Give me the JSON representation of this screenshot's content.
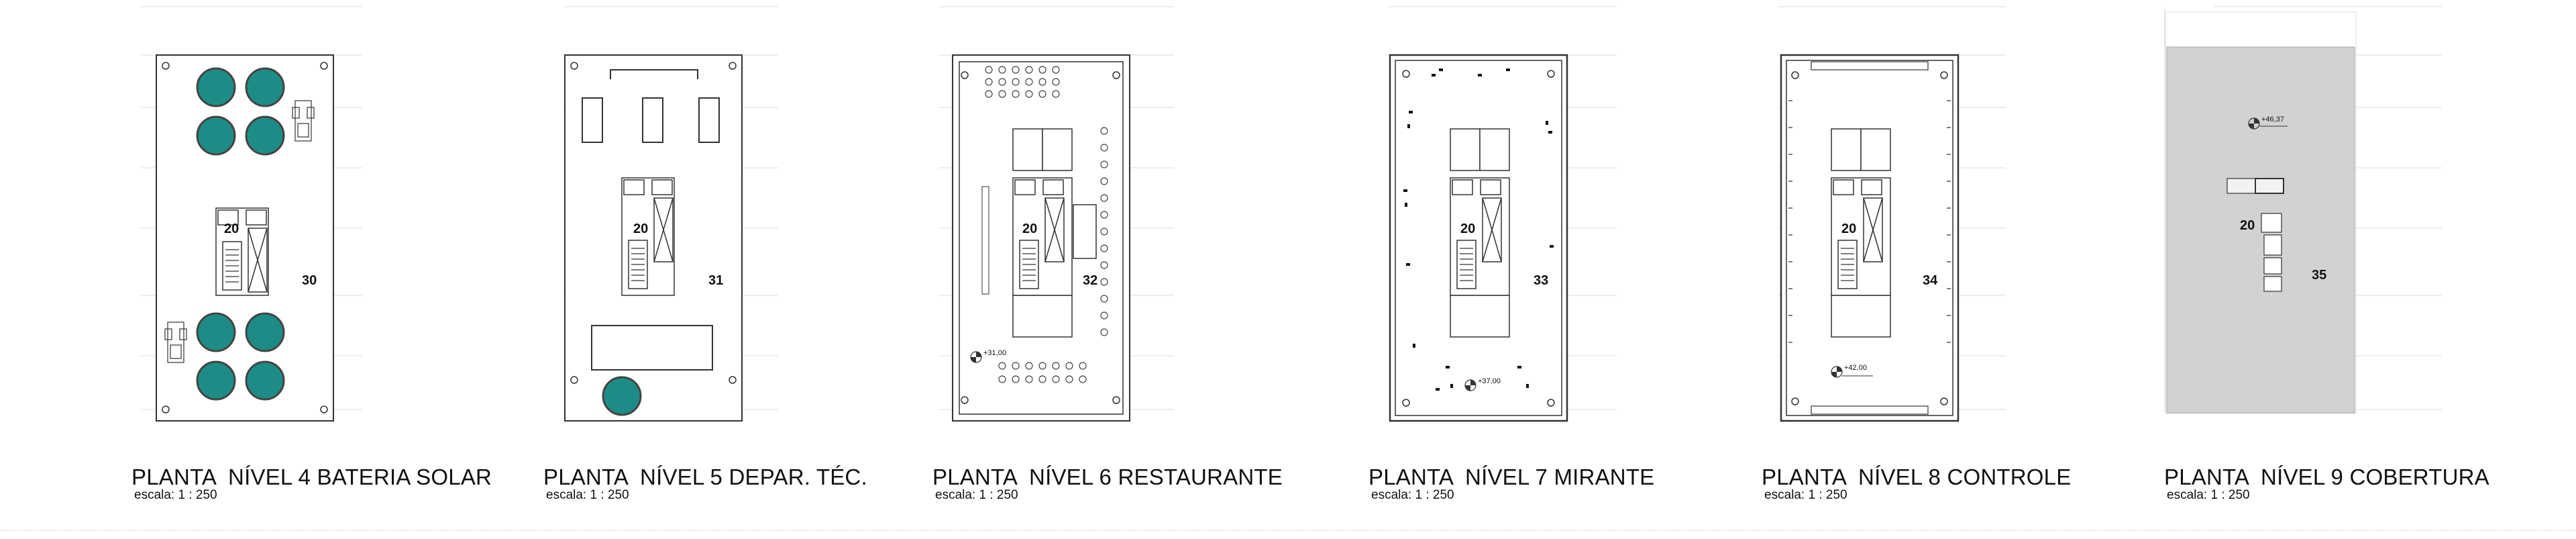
{
  "plans": [
    {
      "title": "PLANTA  NÍVEL 4 BATERIA SOLAR",
      "scale": "escala: 1 : 250",
      "room_core": "20",
      "room_floor": "30",
      "level_mark": ""
    },
    {
      "title": "PLANTA  NÍVEL 5 DEPAR. TÉC.",
      "scale": "escala: 1 : 250",
      "room_core": "20",
      "room_floor": "31",
      "level_mark": ""
    },
    {
      "title": "PLANTA  NÍVEL 6 RESTAURANTE",
      "scale": "escala: 1 : 250",
      "room_core": "20",
      "room_floor": "32",
      "level_mark": "+31,00"
    },
    {
      "title": "PLANTA  NÍVEL 7 MIRANTE",
      "scale": "escala: 1 : 250",
      "room_core": "20",
      "room_floor": "33",
      "level_mark": "+37,00"
    },
    {
      "title": "PLANTA  NÍVEL 8 CONTROLE",
      "scale": "escala: 1 : 250",
      "room_core": "20",
      "room_floor": "34",
      "level_mark": "+42,00"
    },
    {
      "title": "PLANTA  NÍVEL 9 COBERTURA",
      "scale": "escala: 1 : 250",
      "room_core": "20",
      "room_floor": "35",
      "level_mark": "+46,37"
    }
  ],
  "colors": {
    "battery": "#1d8c86",
    "roof": "#d2d2d2",
    "line": "#333333"
  }
}
